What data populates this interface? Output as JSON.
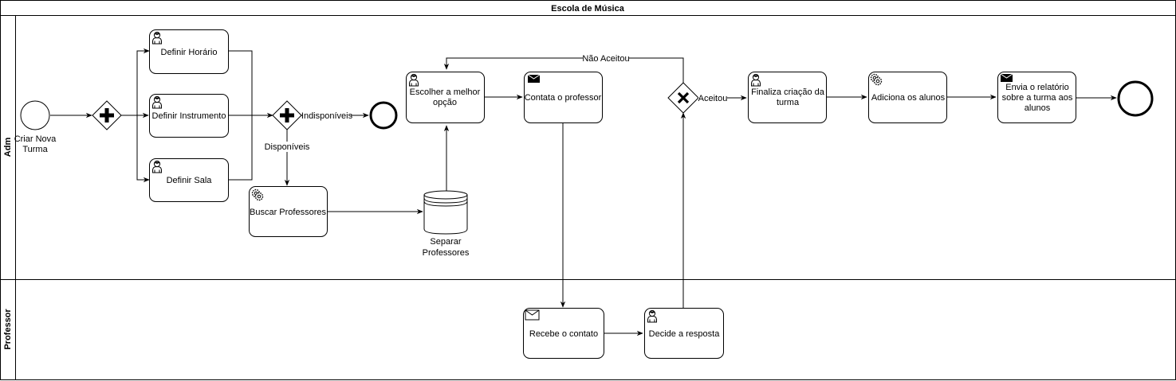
{
  "pool": {
    "title": "Escola de Música",
    "lanes": [
      {
        "label": "Adm"
      },
      {
        "label": "Professor"
      }
    ]
  },
  "events": {
    "start": {
      "label_line1": "Criar Nova",
      "label_line2": "Turma"
    }
  },
  "tasks": {
    "definir_horario": {
      "line1": "Definir Horário",
      "icon": "user-task-icon"
    },
    "definir_instrumento": {
      "line1": "Definir Instrumento",
      "icon": "user-task-icon"
    },
    "definir_sala": {
      "line1": "Definir Sala",
      "icon": "user-task-icon"
    },
    "buscar_professores": {
      "line1": "Buscar Professores",
      "icon": "service-task-icon"
    },
    "escolher": {
      "line1": "Escolher a melhor",
      "line2": "opção",
      "icon": "user-task-icon"
    },
    "contata": {
      "line1": "Contata o professor",
      "icon": "send-message-icon"
    },
    "finaliza": {
      "line1": "Finaliza criação da",
      "line2": "turma",
      "icon": "user-task-icon"
    },
    "adiciona": {
      "line1": "Adiciona os alunos",
      "icon": "service-task-icon"
    },
    "envia": {
      "line1": "Envia o relatório",
      "line2": "sobre a turma aos",
      "line3": "alunos",
      "icon": "send-message-icon"
    },
    "recebe": {
      "line1": "Recebe o contato",
      "icon": "receive-message-icon"
    },
    "decide": {
      "line1": "Decide a resposta",
      "icon": "user-task-icon"
    }
  },
  "datastore": {
    "line1": "Separar",
    "line2": "Professores"
  },
  "flow_labels": {
    "indisponiveis": "Indisponíveis",
    "disponiveis": "Disponíveis",
    "nao_aceitou": "Não Aceitou",
    "aceitou": "Aceitou"
  }
}
